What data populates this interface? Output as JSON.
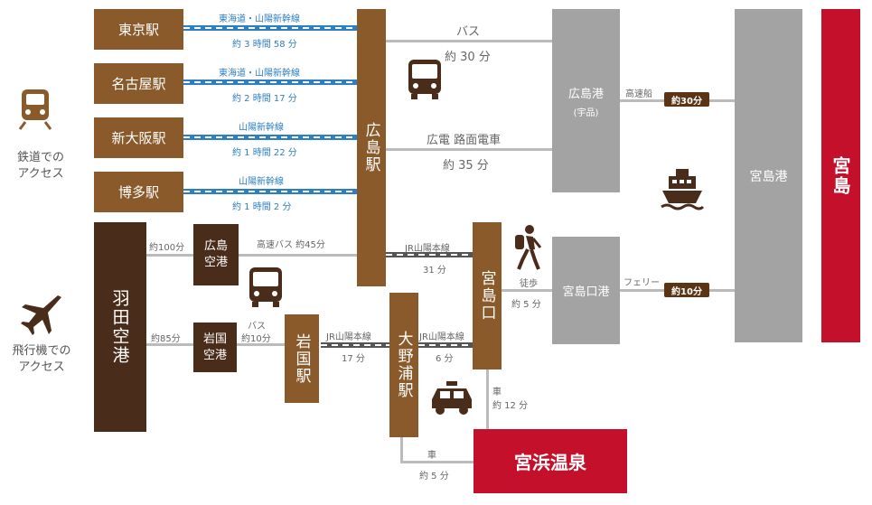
{
  "access": {
    "rail_label_line1": "鉄道での",
    "rail_label_line2": "アクセス",
    "air_label_line1": "飛行機での",
    "air_label_line2": "アクセス"
  },
  "stations": {
    "tokyo": "東京駅",
    "nagoya": "名古屋駅",
    "shin_osaka": "新大阪駅",
    "hakata": "博多駅",
    "hiroshima": "広島駅",
    "haneda": "羽田空港",
    "hiroshima_airport": "広島空港",
    "iwakuni_airport": "岩国空港",
    "iwakuni": "岩国駅",
    "onoura": "大野浦駅",
    "miyajimaguchi": "宮島口",
    "hiroshima_port": "広島港",
    "hiroshima_port_sub": "(宇品)",
    "miyajimaguchi_port": "宮島口港",
    "miyajima_port": "宮島港",
    "miyajima": "宮島",
    "miyahama_onsen": "宮浜温泉"
  },
  "routes": {
    "tokyo_line": "東海道・山陽新幹線",
    "tokyo_time": "約 3 時間 58 分",
    "nagoya_line": "東海道・山陽新幹線",
    "nagoya_time": "約 2 時間 17 分",
    "osaka_line": "山陽新幹線",
    "osaka_time": "約 1 時間 22 分",
    "hakata_line": "山陽新幹線",
    "hakata_time": "約 1 時間 2 分",
    "bus_label": "バス",
    "bus_time": "約 30 分",
    "tram_label": "広電 路面電車",
    "tram_time": "約 35 分",
    "highspeed_boat": "高速船",
    "boat_time": "約30分",
    "ferry": "フェリー",
    "ferry_time": "約10分",
    "haneda_hir_air": "約100分",
    "airport_bus": "高速バス 約45分",
    "jr_sanyo_1": "JR山陽本線",
    "jr_time_1": "31 分",
    "walk": "徒歩",
    "walk_time": "約 5 分",
    "haneda_iwa_air": "約85分",
    "bus2": "バス",
    "bus2_time": "約10分",
    "jr_sanyo_2": "JR山陽本線",
    "jr_time_2": "17 分",
    "jr_sanyo_3": "JR山陽本線",
    "jr_time_3": "6 分",
    "car_1": "車",
    "car_1_time": "約 12 分",
    "car_2": "車",
    "car_2_time": "約 5 分"
  },
  "colors": {
    "brown": "#8a5a2b",
    "dark_brown": "#4a2c1a",
    "gray": "#a3a3a3",
    "red": "#c4102a",
    "shinkansen_blue": "#2c7fc2"
  }
}
